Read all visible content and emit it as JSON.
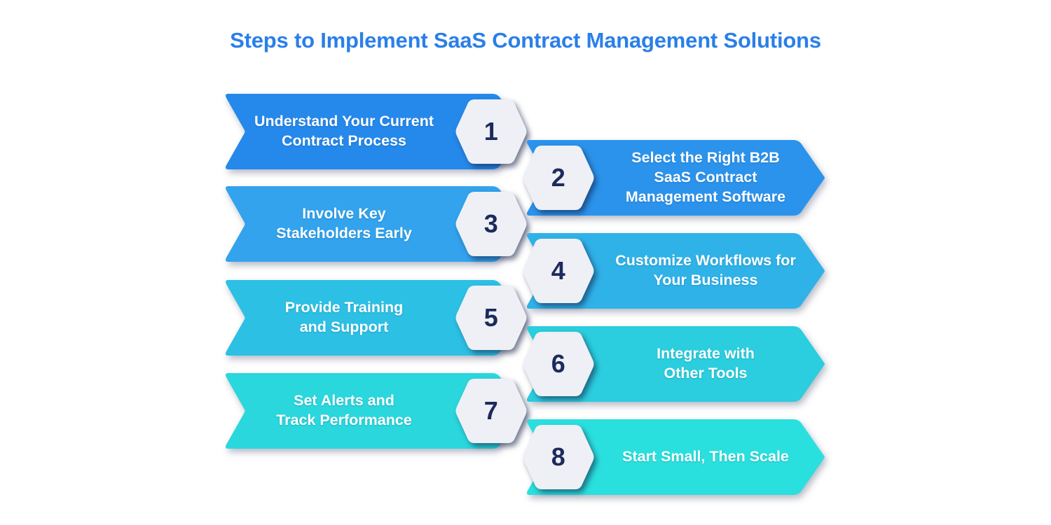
{
  "header": {
    "title": "Steps to Implement SaaS Contract Management Solutions",
    "title_color": "#2a7fe8"
  },
  "theme": {
    "background": "#ffffff",
    "badge_fill": "#eef0f5",
    "badge_number_color": "#1d2a5c",
    "label_color": "#ffffff"
  },
  "steps": [
    {
      "number": "1",
      "label": "Understand Your Current\nContract Process",
      "line1": "Understand Your Current",
      "line2": "Contract Process",
      "side": "left",
      "color": "#2588eb",
      "color_dark": "#1f7ee0"
    },
    {
      "number": "2",
      "label": "Select the Right B2B\nSaaS Contract\nManagement Software",
      "line1": "Select the Right B2B",
      "line2": "SaaS Contract",
      "line3": "Management Software",
      "side": "right",
      "color": "#2b93ec",
      "color_dark": "#2287e2"
    },
    {
      "number": "3",
      "label": "Involve Key\nStakeholders Early",
      "line1": "Involve Key",
      "line2": "Stakeholders Early",
      "side": "left",
      "color": "#32a3ec",
      "color_dark": "#2897e2"
    },
    {
      "number": "4",
      "label": "Customize Workflows for\nYour Business",
      "line1": "Customize Workflows for",
      "line2": "Your Business",
      "side": "right",
      "color": "#2fb2e8",
      "color_dark": "#26a6de"
    },
    {
      "number": "5",
      "label": "Provide Training\nand Support",
      "line1": "Provide Training",
      "line2": "and Support",
      "side": "left",
      "color": "#2cc0e4",
      "color_dark": "#23b4da"
    },
    {
      "number": "6",
      "label": "Integrate with\nOther Tools",
      "line1": "Integrate with",
      "line2": "Other Tools",
      "side": "right",
      "color": "#2acede",
      "color_dark": "#21c2d4"
    },
    {
      "number": "7",
      "label": "Set Alerts and\nTrack Performance",
      "line1": "Set Alerts and",
      "line2": "Track Performance",
      "side": "left",
      "color": "#2ad7dc",
      "color_dark": "#21cbd2"
    },
    {
      "number": "8",
      "label": "Start Small, Then Scale",
      "line1": "Start Small, Then Scale",
      "side": "right",
      "color": "#2ae0de",
      "color_dark": "#21d4d4"
    }
  ]
}
